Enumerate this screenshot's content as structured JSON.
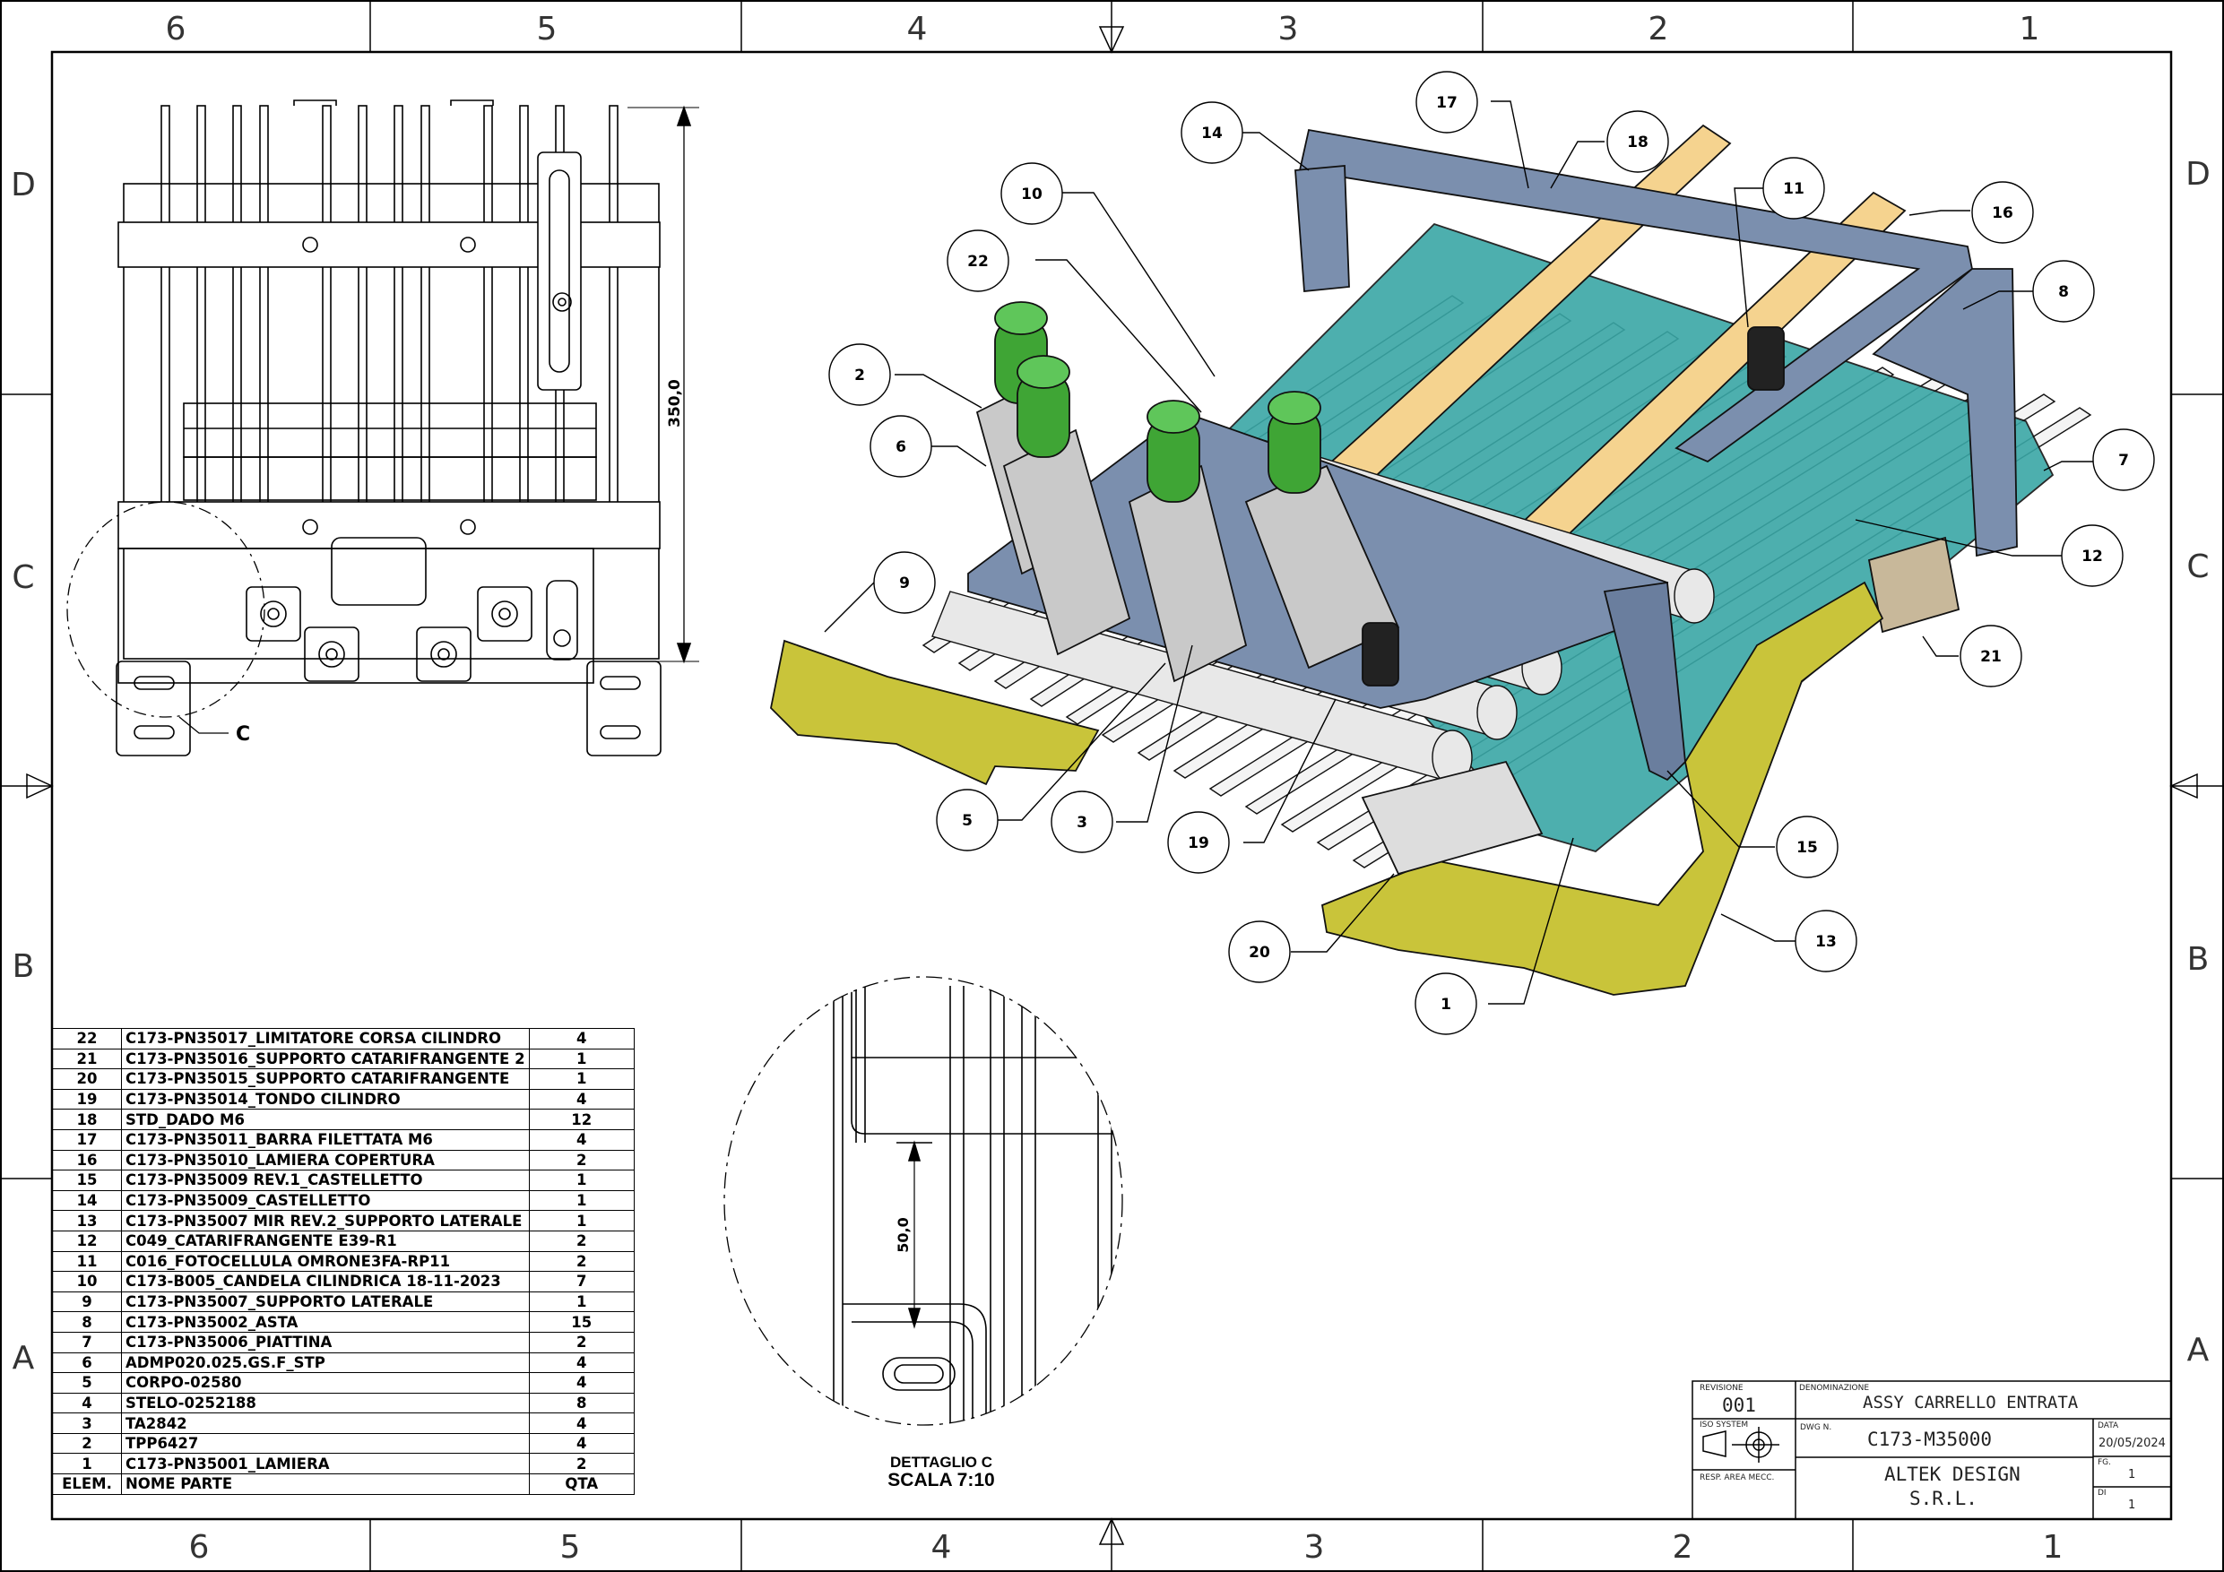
{
  "zones": {
    "columns_top": [
      "6",
      "5",
      "4",
      "3",
      "2",
      "1"
    ],
    "columns_bottom": [
      "6",
      "5",
      "4",
      "3",
      "2",
      "1"
    ],
    "rows_left": [
      "D",
      "C",
      "B",
      "A"
    ],
    "rows_right": [
      "D",
      "C",
      "B",
      "A"
    ]
  },
  "front_view": {
    "dimension_height": "350,0",
    "detail_marker": "C"
  },
  "detail_view": {
    "dimension": "50,0",
    "title": "DETTAGLIO C",
    "scale": "SCALA 7:10"
  },
  "balloons": [
    "1",
    "2",
    "3",
    "5",
    "6",
    "7",
    "8",
    "9",
    "10",
    "11",
    "12",
    "13",
    "14",
    "15",
    "16",
    "17",
    "18",
    "19",
    "20",
    "21",
    "22"
  ],
  "bom": {
    "header": {
      "elem": "ELEM.",
      "name": "NOME PARTE",
      "qty": "QTA"
    },
    "rows": [
      {
        "elem": "22",
        "name": "C173-PN35017_LIMITATORE CORSA CILINDRO",
        "qty": "4"
      },
      {
        "elem": "21",
        "name": "C173-PN35016_SUPPORTO CATARIFRANGENTE 2",
        "qty": "1"
      },
      {
        "elem": "20",
        "name": "C173-PN35015_SUPPORTO CATARIFRANGENTE",
        "qty": "1"
      },
      {
        "elem": "19",
        "name": "C173-PN35014_TONDO CILINDRO",
        "qty": "4"
      },
      {
        "elem": "18",
        "name": "STD_DADO M6",
        "qty": "12"
      },
      {
        "elem": "17",
        "name": "C173-PN35011_BARRA FILETTATA M6",
        "qty": "4"
      },
      {
        "elem": "16",
        "name": "C173-PN35010_LAMIERA COPERTURA",
        "qty": "2"
      },
      {
        "elem": "15",
        "name": "C173-PN35009 REV.1_CASTELLETTO",
        "qty": "1"
      },
      {
        "elem": "14",
        "name": "C173-PN35009_CASTELLETTO",
        "qty": "1"
      },
      {
        "elem": "13",
        "name": "C173-PN35007 MIR REV.2_SUPPORTO LATERALE",
        "qty": "1"
      },
      {
        "elem": "12",
        "name": "C049_CATARIFRANGENTE E39-R1",
        "qty": "2"
      },
      {
        "elem": "11",
        "name": "C016_FOTOCELLULA OMRONE3FA-RP11",
        "qty": "2"
      },
      {
        "elem": "10",
        "name": "C173-B005_CANDELA CILINDRICA 18-11-2023",
        "qty": "7"
      },
      {
        "elem": "9",
        "name": "C173-PN35007_SUPPORTO LATERALE",
        "qty": "1"
      },
      {
        "elem": "8",
        "name": "C173-PN35002_ASTA",
        "qty": "15"
      },
      {
        "elem": "7",
        "name": "C173-PN35006_PIATTINA",
        "qty": "2"
      },
      {
        "elem": "6",
        "name": "ADMP020.025.GS.F_STP",
        "qty": "4"
      },
      {
        "elem": "5",
        "name": "CORPO-02580",
        "qty": "4"
      },
      {
        "elem": "4",
        "name": "STELO-0252188",
        "qty": "8"
      },
      {
        "elem": "3",
        "name": "TA2842",
        "qty": "4"
      },
      {
        "elem": "2",
        "name": "TPP6427",
        "qty": "4"
      },
      {
        "elem": "1",
        "name": "C173-PN35001_LAMIERA",
        "qty": "2"
      }
    ]
  },
  "title_block": {
    "revision_label": "REVISIONE",
    "revision": "001",
    "description_label": "DENOMINAZIONE",
    "description": "ASSY CARRELLO ENTRATA",
    "iso_label": "ISO SYSTEM",
    "dwg_label": "DWG N.",
    "dwg_number": "C173-M35000",
    "date_label": "DATA",
    "date": "20/05/2024",
    "resp_label": "RESP. AREA MECC.",
    "company_line1": "ALTEK DESIGN",
    "company_line2": "S.R.L.",
    "sheet_label": "FG.",
    "sheet": "1",
    "of_label": "DI",
    "of": "1"
  },
  "colors": {
    "border": "#000000",
    "plate_blue": "#7b8fae",
    "cylinder_green": "#3fa535",
    "support_yellow": "#c9c43a",
    "strip_teal": "#3aa7a6",
    "cover_orange": "#f5d38f",
    "reflector_tan": "#c8b89a"
  }
}
